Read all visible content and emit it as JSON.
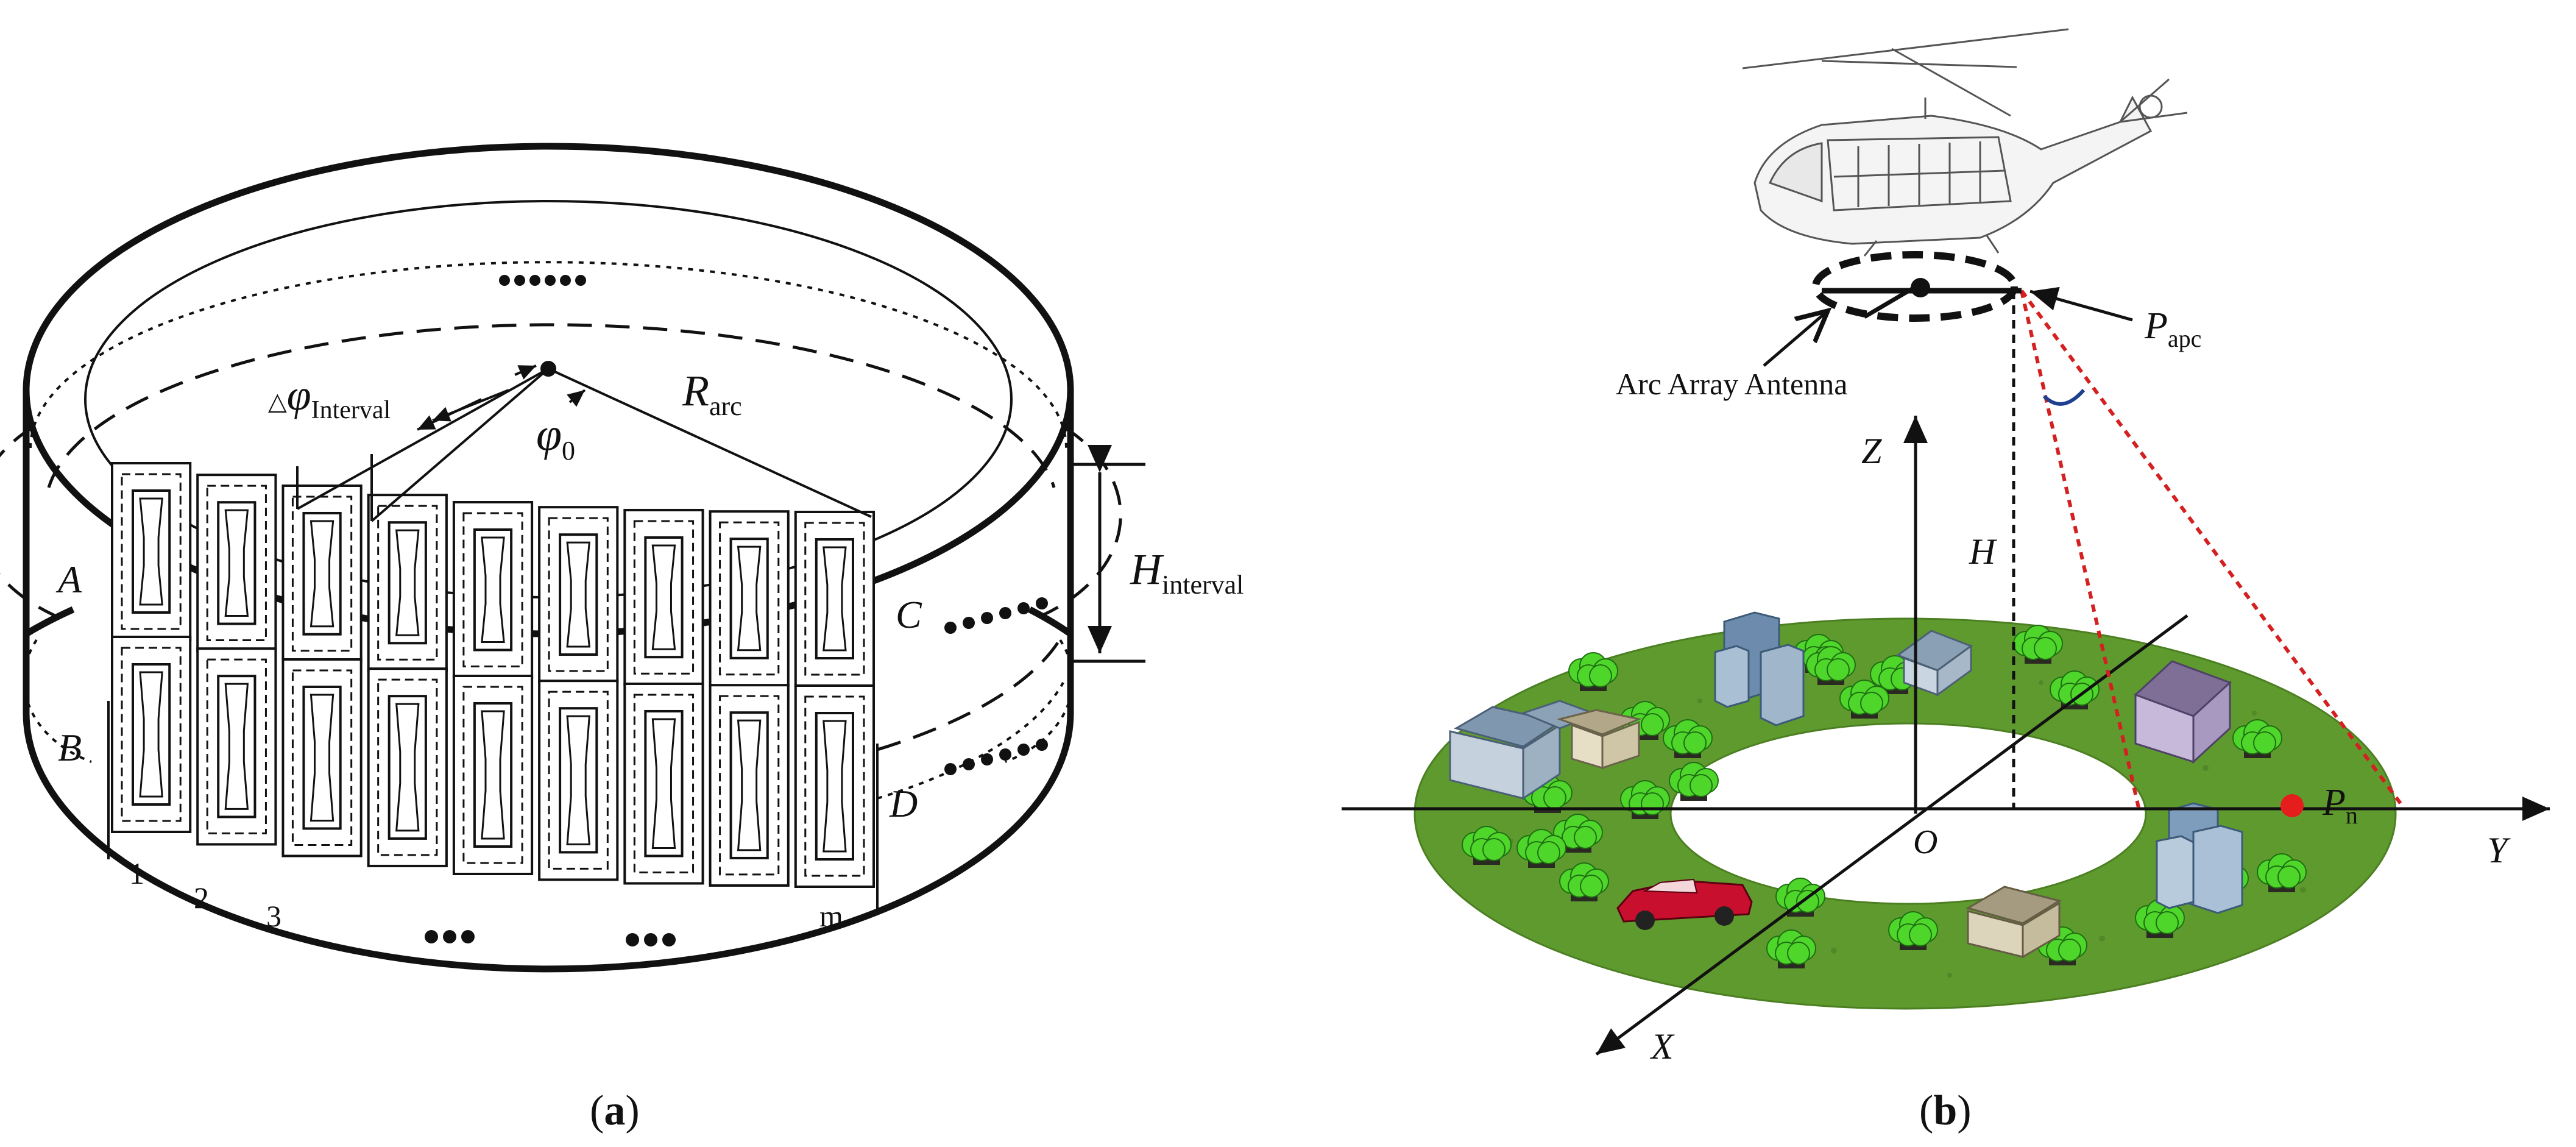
{
  "panel_a": {
    "caption_open": "(",
    "caption_letter": "a",
    "caption_close": ")",
    "angle_interval_prefix": "△",
    "angle_interval_symbol": "φ",
    "angle_interval_subscript": "Interval",
    "angle_offset_symbol": "φ",
    "angle_offset_subscript": "0",
    "radius_symbol": "R",
    "radius_subscript": "arc",
    "height_symbol": "H",
    "height_subscript": "interval",
    "corner_labels": [
      "A",
      "B",
      "C",
      "D"
    ],
    "column_numbers": [
      "1",
      "2",
      "3"
    ],
    "column_last": "m",
    "element_rows": 2,
    "element_columns": 9
  },
  "panel_b": {
    "caption_open": "(",
    "caption_letter": "b",
    "caption_close": ")",
    "antenna_label": "Arc Array Antenna",
    "apc_symbol": "P",
    "apc_subscript": "apc",
    "target_symbol": "P",
    "target_subscript": "n",
    "axis_x": "X",
    "axis_y": "Y",
    "axis_z": "Z",
    "origin": "O",
    "height_label": "H",
    "colors": {
      "ground": "#5f9a2f",
      "beam": "#d42020",
      "target": "#e51d1d",
      "car": "#c8102e",
      "angle_arc": "#1f3f8f"
    }
  }
}
